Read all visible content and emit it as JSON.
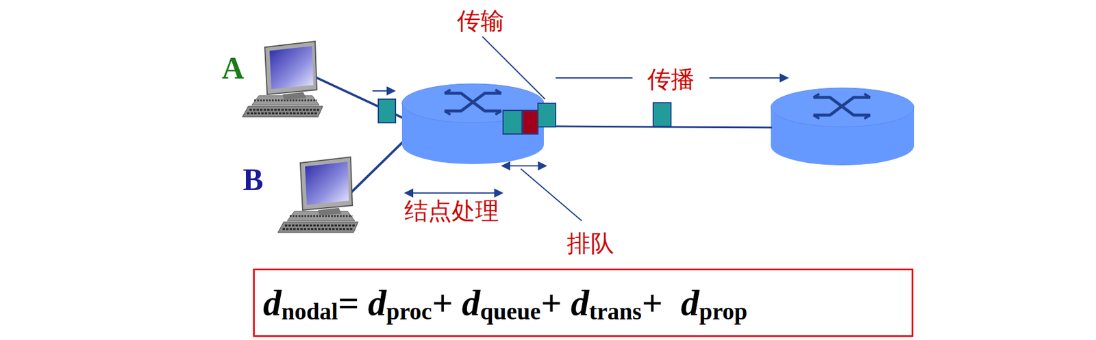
{
  "diagram": {
    "nodes": [
      {
        "text": [
          "d",
          "nodal",
          "= d",
          "proc",
          "+ d",
          "queue",
          "+ d",
          "trans",
          "+  d",
          "prop"
        ]
      }
    ],
    "labels": [
      "A",
      "B",
      "传输",
      "传播",
      "结点处理",
      "排队"
    ]
  }
}
